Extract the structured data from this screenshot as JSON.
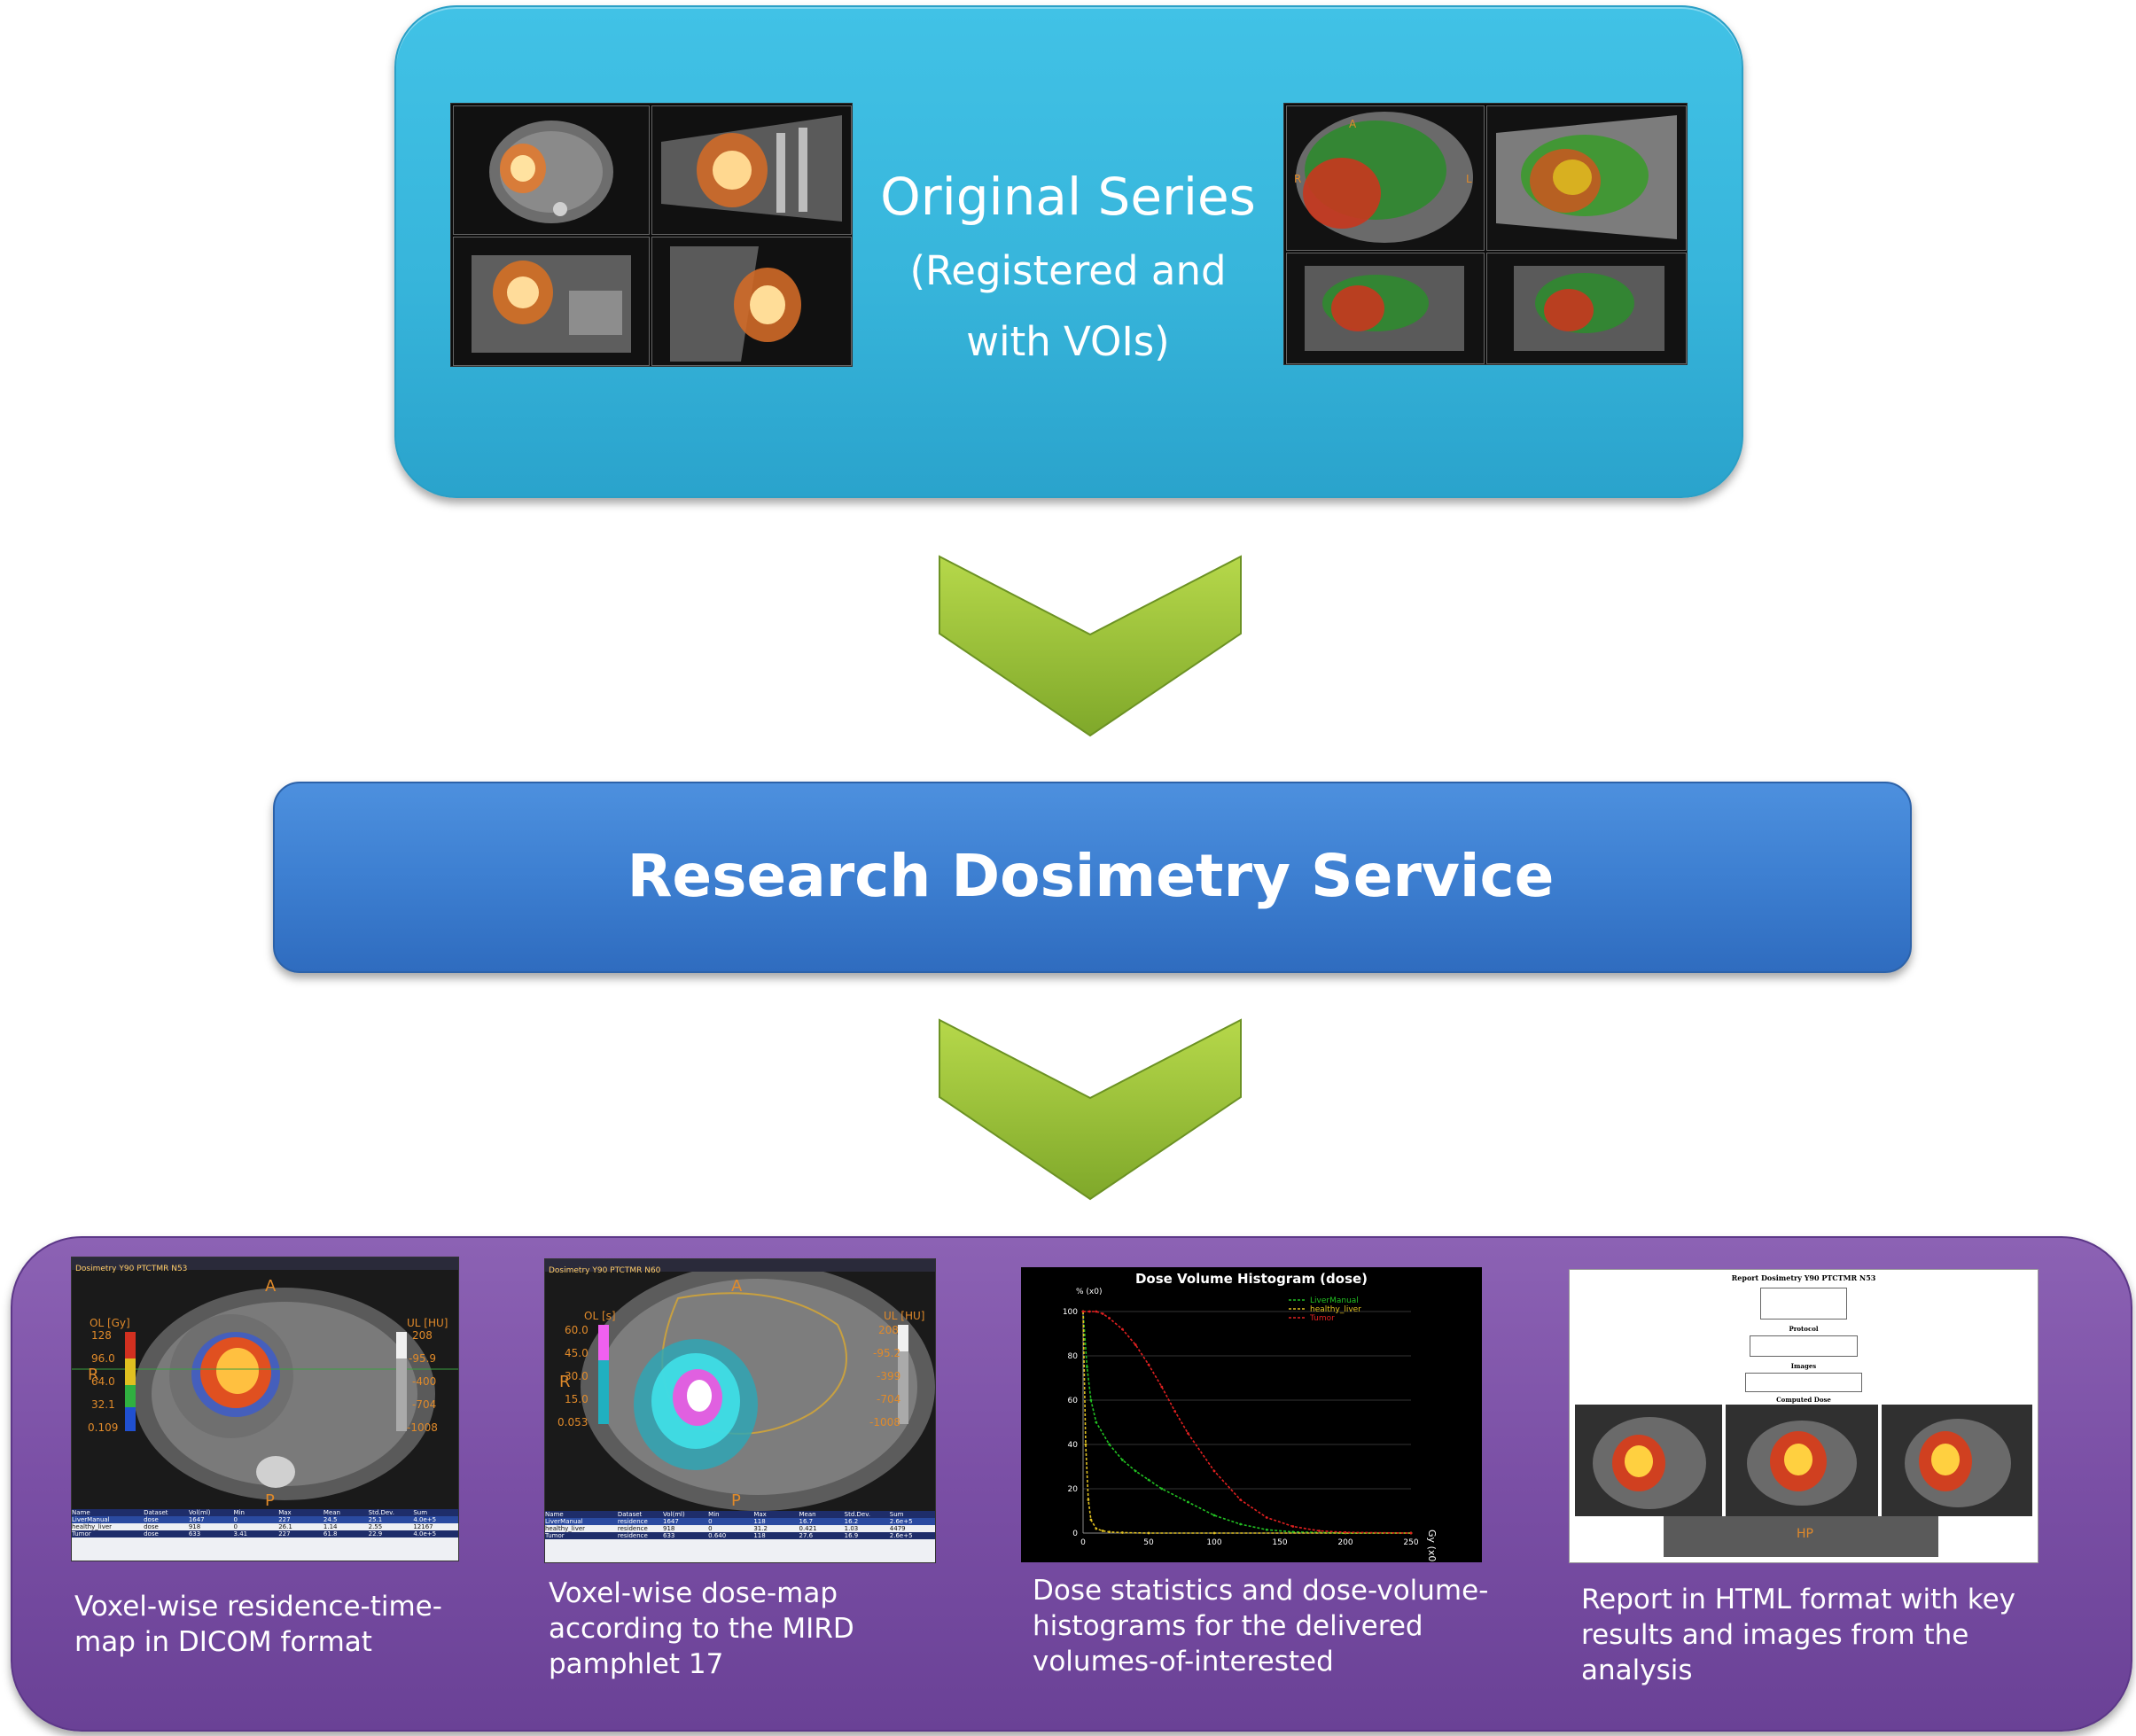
{
  "top": {
    "title": "Original Series",
    "subtitle_line1": "(Registered and",
    "subtitle_line2": "with VOIs)"
  },
  "middle": {
    "title": "Research Dosimetry Service"
  },
  "bottom": {
    "residence_map": {
      "caption_line1": "Voxel-wise residence-time-",
      "caption_line2": "map in DICOM format",
      "header": "Dosimetry Y90 PTCTMR N53",
      "colorbar_label": "OL [Gy]",
      "colorbar_ticks": [
        "128",
        "96.0",
        "64.0",
        "32.1",
        "0.109"
      ],
      "ct_label": "UL [HU]",
      "ct_ticks": [
        "208",
        "-95.9",
        "-400",
        "-704",
        "-1008"
      ],
      "orient_top": "A",
      "orient_bottom": "P",
      "orient_left": "R",
      "table_headers": [
        "Name",
        "Dataset",
        "Vol(ml)",
        "Min",
        "Max",
        "Mean",
        "Std.Dev.",
        "Sum"
      ],
      "table_rows": [
        [
          "LiverManual",
          "dose",
          "1647",
          "0",
          "227",
          "24.5",
          "25.1",
          "4.0e+5"
        ],
        [
          "healthy_liver",
          "dose",
          "918",
          "0",
          "26.1",
          "1.14",
          "2.55",
          "12167"
        ],
        [
          "Tumor",
          "dose",
          "633",
          "3.41",
          "227",
          "61.8",
          "22.9",
          "4.0e+5"
        ]
      ]
    },
    "dose_map": {
      "caption_line1": "Voxel-wise dose-map",
      "caption_line2": "according to the MIRD",
      "caption_line3": "pamphlet 17",
      "header": "Dosimetry Y90 PTCTMR N60",
      "colorbar_label": "OL [s]",
      "colorbar_ticks": [
        "60.0",
        "45.0",
        "30.0",
        "15.0",
        "0.053"
      ],
      "ct_label": "UL [HU]",
      "ct_ticks": [
        "208",
        "-95.2",
        "-399",
        "-704",
        "-1008"
      ],
      "orient_top": "A",
      "orient_bottom": "P",
      "orient_left": "R",
      "table_headers": [
        "Name",
        "Dataset",
        "Vol(ml)",
        "Min",
        "Max",
        "Mean",
        "Std.Dev.",
        "Sum"
      ],
      "table_rows": [
        [
          "LiverManual",
          "residence",
          "1647",
          "0",
          "118",
          "16.7",
          "16.2",
          "2.6e+5"
        ],
        [
          "healthy_liver",
          "residence",
          "918",
          "0",
          "31.2",
          "0.421",
          "1.03",
          "4479"
        ],
        [
          "Tumor",
          "residence",
          "633",
          "0.640",
          "118",
          "27.6",
          "16.9",
          "2.6e+5"
        ]
      ]
    },
    "dvh": {
      "caption_line1": "Dose statistics and dose-volume-",
      "caption_line2": "histograms for the delivered",
      "caption_line3": "volumes-of-interested"
    },
    "report": {
      "caption_line1": "Report in HTML format with key",
      "caption_line2": "results and images from the analysis",
      "title": "Report Dosimetry Y90 PTCTMR N53",
      "section_protocol": "Protocol",
      "section_images": "Images",
      "section_dose": "Computed Dose",
      "label_hp": "HP"
    }
  },
  "chart_data": {
    "type": "line",
    "title": "Dose Volume Histogram (dose)",
    "xlabel": "Gy (x0)",
    "ylabel": "% (x0)",
    "xlim": [
      0,
      250
    ],
    "ylim": [
      0,
      100
    ],
    "xticks": [
      0,
      50,
      100,
      150,
      200,
      250
    ],
    "yticks": [
      0,
      20,
      40,
      60,
      80,
      100
    ],
    "legend_position": "top-right",
    "series": [
      {
        "name": "LiverManual",
        "color": "#22c022",
        "x": [
          0,
          3,
          6,
          10,
          20,
          30,
          40,
          50,
          60,
          80,
          100,
          120,
          140,
          160,
          200,
          250
        ],
        "y": [
          100,
          75,
          60,
          50,
          40,
          33,
          28,
          24,
          20,
          14,
          8,
          4,
          1.5,
          0.5,
          0,
          0
        ]
      },
      {
        "name": "healthy_liver",
        "color": "#e0c020",
        "x": [
          0,
          2,
          4,
          6,
          10,
          15,
          20,
          30,
          50,
          100,
          250
        ],
        "y": [
          100,
          40,
          15,
          6,
          2,
          1,
          0.5,
          0.2,
          0,
          0,
          0
        ]
      },
      {
        "name": "Tumor",
        "color": "#e02020",
        "x": [
          0,
          5,
          10,
          15,
          20,
          30,
          40,
          50,
          60,
          70,
          80,
          100,
          120,
          140,
          160,
          180,
          200,
          250
        ],
        "y": [
          100,
          100,
          100,
          99,
          97,
          92,
          85,
          76,
          66,
          55,
          45,
          28,
          15,
          7,
          3,
          1,
          0.3,
          0
        ]
      }
    ]
  }
}
